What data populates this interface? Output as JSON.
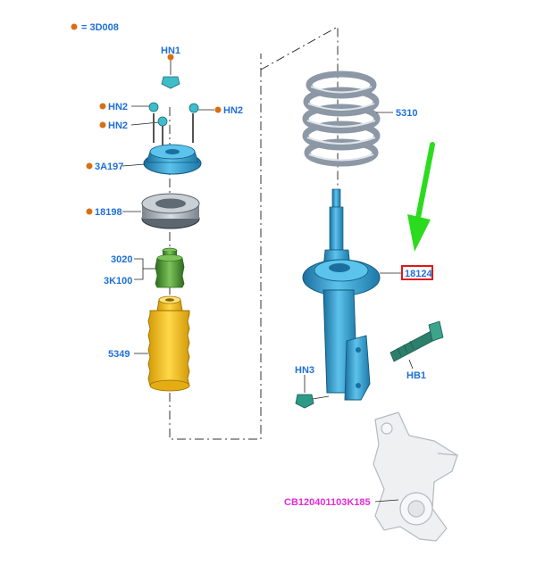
{
  "legend": {
    "text": "= 3D008",
    "dot_color": "#d96f14"
  },
  "colors": {
    "label": "#1f6fd6",
    "highlight_box": "#e01818",
    "arrow": "#2bdc1e",
    "link_text": "#e22bd6",
    "part_blue": "#38a6d6",
    "part_yellow": "#f2c21a",
    "part_green": "#4e9a33"
  },
  "parts": {
    "hn1": "HN1",
    "hn2_right": "HN2",
    "hn2_left_top": "HN2",
    "hn2_left_bottom": "HN2",
    "mount": "3A197",
    "bearing": "18198",
    "bumper_a": "3020",
    "bumper_b": "3K100",
    "boot": "5349",
    "spring": "5310",
    "strut": "18124",
    "bolt": "HB1",
    "nut": "HN3",
    "knuckle_link": "CB120401103K185"
  },
  "highlighted_part": "18124"
}
